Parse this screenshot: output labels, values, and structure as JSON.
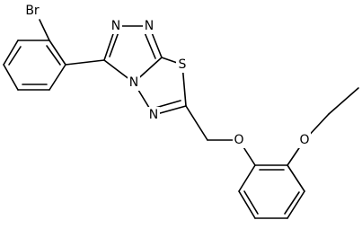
{
  "molecule": {
    "atoms": {
      "br": "Br",
      "n_triazole_top_left": "N",
      "n_triazole_top_right": "N",
      "n_fused_bottom": "N",
      "n_thiadiazole": "N",
      "s_thiadiazole": "S",
      "o_ether_link": "O",
      "o_ethoxy": "O"
    }
  },
  "colors": {
    "bond": "#000000",
    "background": "#ffffff"
  }
}
